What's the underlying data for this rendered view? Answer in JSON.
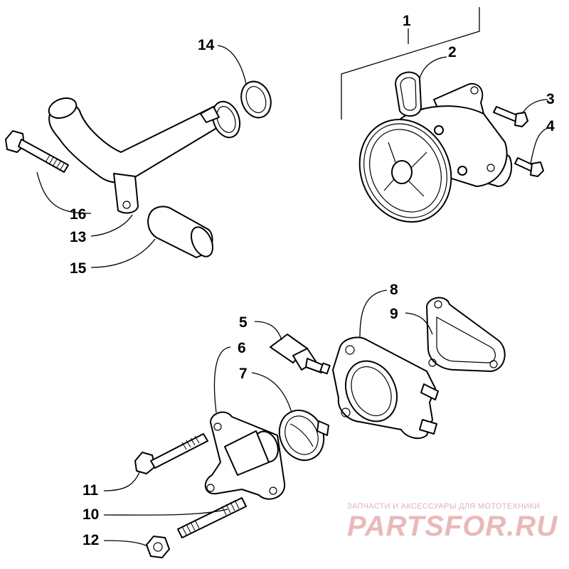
{
  "watermark": {
    "tagline": "ЗАПЧАСТИ И АКСЕССУАРЫ ДЛЯ МОТОТЕХНИКИ",
    "logo": "PARTSFOR.RU",
    "color": "#e9b9b9"
  },
  "callouts": {
    "c1": "1",
    "c2": "2",
    "c3": "3",
    "c4": "4",
    "c5": "5",
    "c6": "6",
    "c7": "7",
    "c8": "8",
    "c9": "9",
    "c10": "10",
    "c11": "11",
    "c12": "12",
    "c13": "13",
    "c14": "14",
    "c15": "15",
    "c16": "16"
  }
}
